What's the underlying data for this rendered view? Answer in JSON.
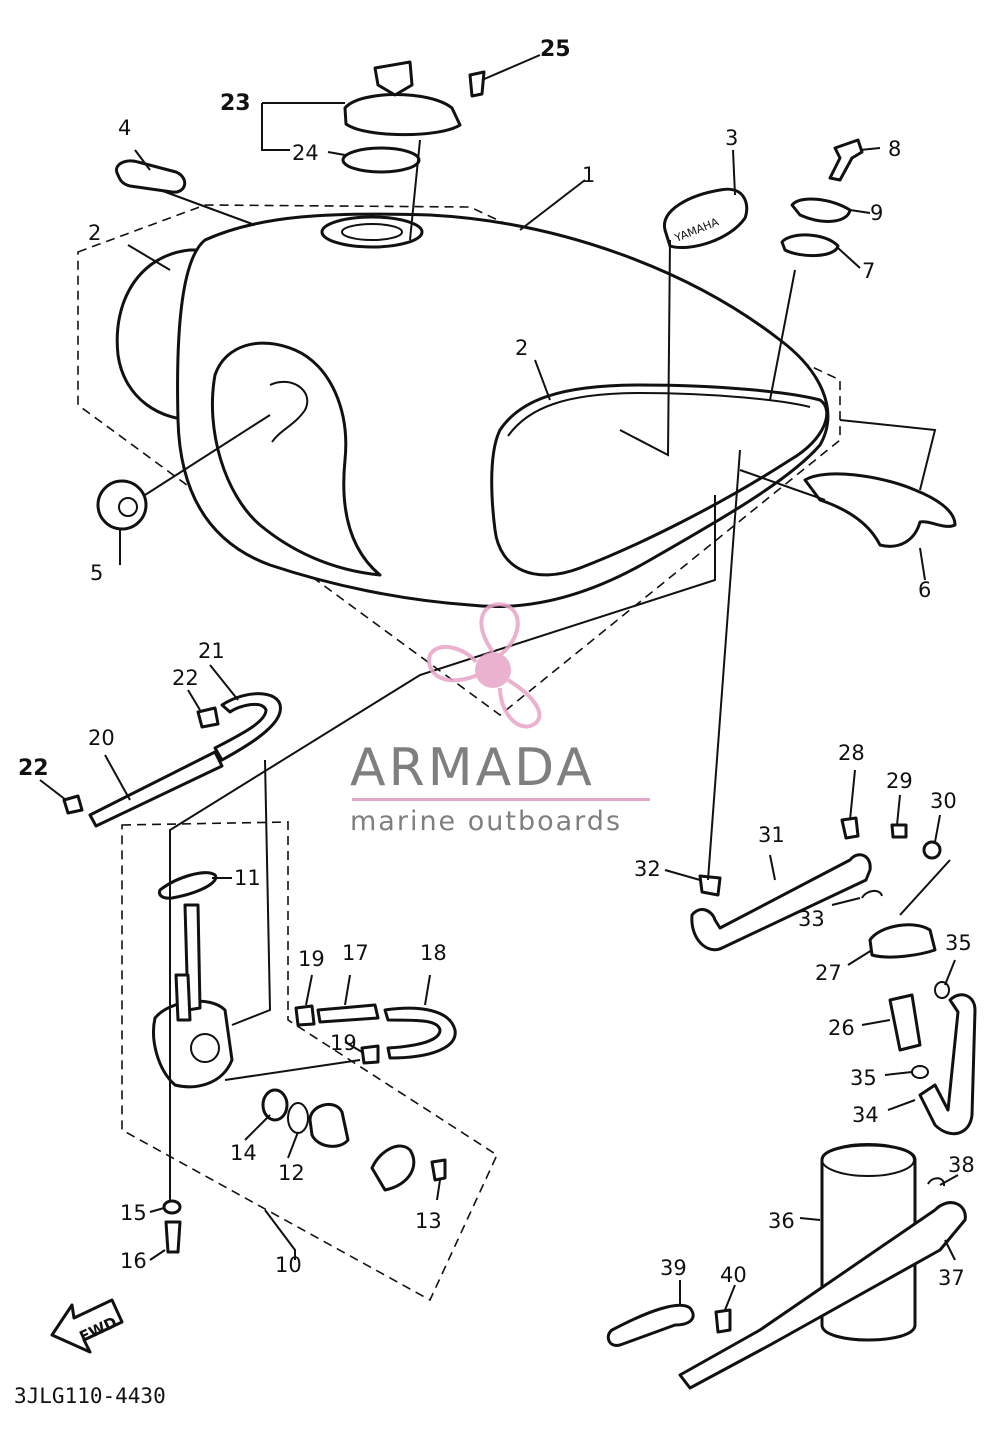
{
  "diagram": {
    "callouts": [
      "1",
      "2",
      "2",
      "3",
      "4",
      "5",
      "6",
      "7",
      "8",
      "9",
      "10",
      "11",
      "12",
      "13",
      "14",
      "15",
      "16",
      "17",
      "18",
      "19",
      "19",
      "20",
      "21",
      "22",
      "22",
      "23",
      "24",
      "25",
      "26",
      "27",
      "28",
      "29",
      "30",
      "31",
      "32",
      "33",
      "34",
      "35",
      "35",
      "36",
      "37",
      "38",
      "39",
      "40"
    ],
    "drawing_code": "3JLG110-4430",
    "fwd_label": "FWD",
    "emblem_text": "YAMAHA"
  },
  "watermark": {
    "title": "ARMADA",
    "subtitle": "marine outboards",
    "logo_color": "#e8a5c8",
    "text_color": "#7f7f7f"
  }
}
